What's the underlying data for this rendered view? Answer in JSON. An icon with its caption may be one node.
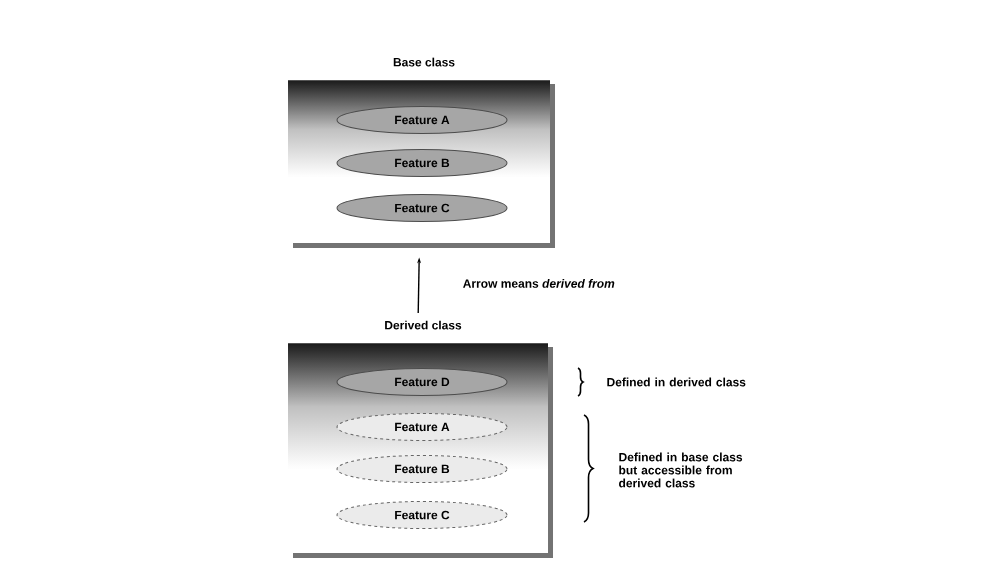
{
  "diagram": {
    "nodes": [
      {
        "text": [
          "Base class"
        ]
      },
      {
        "text": [
          "Feature A"
        ],
        "in": 0
      },
      {
        "text": [
          "Feature B"
        ],
        "in": 0
      },
      {
        "text": [
          "Feature C"
        ],
        "in": 0
      },
      {
        "text": [
          "Derived class"
        ]
      },
      {
        "text": [
          "Feature D"
        ],
        "in": 4
      },
      {
        "text": [
          "Feature A"
        ],
        "in": 4
      },
      {
        "text": [
          "Feature B"
        ],
        "in": 4
      },
      {
        "text": [
          "Feature C"
        ],
        "in": 4
      }
    ],
    "edges": [
      {
        "from": 4,
        "to": 0,
        "arrow": "to",
        "label": "Arrow means *derived from*"
      }
    ],
    "labels": [
      "Defined in derived class",
      "Defined in base class but accessible from derived class"
    ]
  }
}
